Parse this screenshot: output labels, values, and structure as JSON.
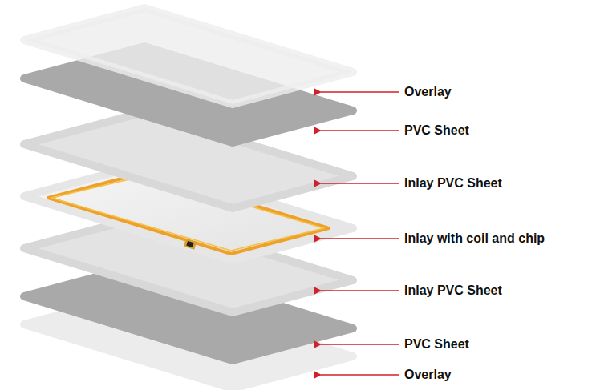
{
  "diagram": {
    "labels": [
      "Overlay",
      "PVC Sheet",
      "Inlay PVC Sheet",
      "Inlay with coil and chip",
      "Inlay PVC Sheet",
      "PVC Sheet",
      "Overlay"
    ]
  }
}
